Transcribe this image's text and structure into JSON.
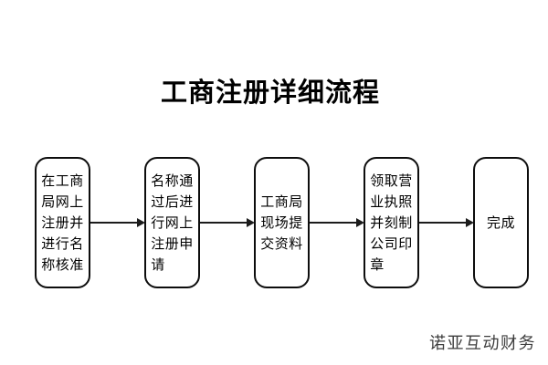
{
  "title": "工商注册详细流程",
  "flow": {
    "steps": [
      {
        "label": "在工商\n局网上\n注册并\n进行名\n称核准"
      },
      {
        "label": "名称通\n过后进\n行网上\n注册申\n请"
      },
      {
        "label": "工商局\n现场提\n交资料"
      },
      {
        "label": "领取营\n业执照\n并刻制\n公司印\n章"
      },
      {
        "label": "完成"
      }
    ]
  },
  "footer": {
    "brand": "诺亚互动财务"
  }
}
